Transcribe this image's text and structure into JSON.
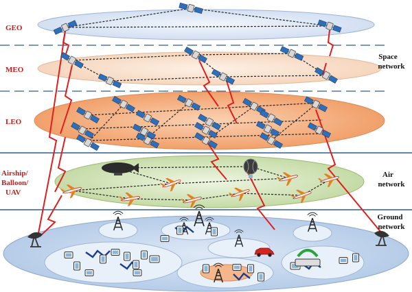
{
  "layers_left": {
    "geo": "GEO",
    "meo": "MEO",
    "leo": "LEO",
    "air_line1": "Airship/",
    "air_line2": "Balloon/",
    "air_line3": "UAV"
  },
  "layers_right": {
    "space_line1": "Space",
    "space_line2": "network",
    "air_line1": "Air",
    "air_line2": "network",
    "ground_line1": "Ground",
    "ground_line2": "network"
  },
  "colors": {
    "geo_fill": "#e4ecf7",
    "meo_fill": "#fbe5d4",
    "leo_fill": "#f6b486",
    "air_fill": "#d9e8c3",
    "ground_fill": "#c7d9ef",
    "link_red": "#e01e1e",
    "separator": "#2e5d8e"
  }
}
